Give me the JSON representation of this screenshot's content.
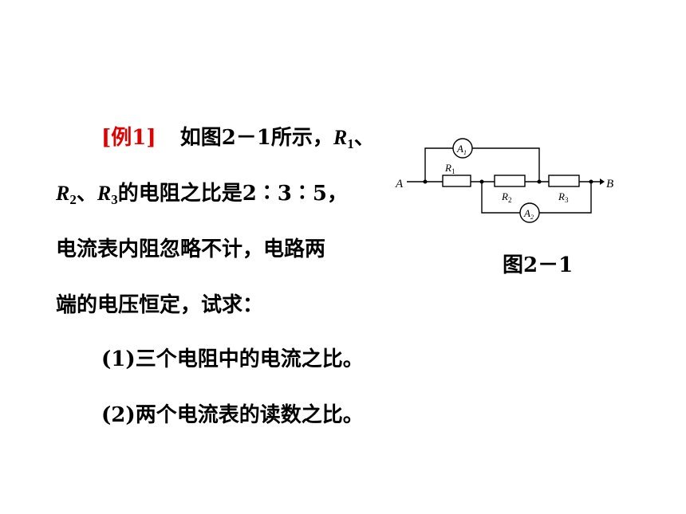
{
  "example": {
    "tag": "[例1]",
    "line1_text": "如图2－1所示，",
    "r": "R",
    "sub1": "1",
    "sub2": "2",
    "sub3": "3",
    "sep1": "、",
    "sep2": "、",
    "line2_rest": "的电阻之比是2∶3∶5，",
    "line3": "电流表内阻忽略不计，电路两",
    "line4": "端的电压恒定，试求：",
    "q1": "(1)三个电阻中的电流之比。",
    "q2": "(2)两个电流表的读数之比。"
  },
  "figure": {
    "caption": "图2－1",
    "node_a": "A",
    "node_b": "B",
    "r1": "R",
    "r1_sub": "1",
    "r2": "R",
    "r2_sub": "2",
    "r3": "R",
    "r3_sub": "3",
    "a1": "A",
    "a1_sub": "1",
    "a2": "A",
    "a2_sub": "2"
  }
}
